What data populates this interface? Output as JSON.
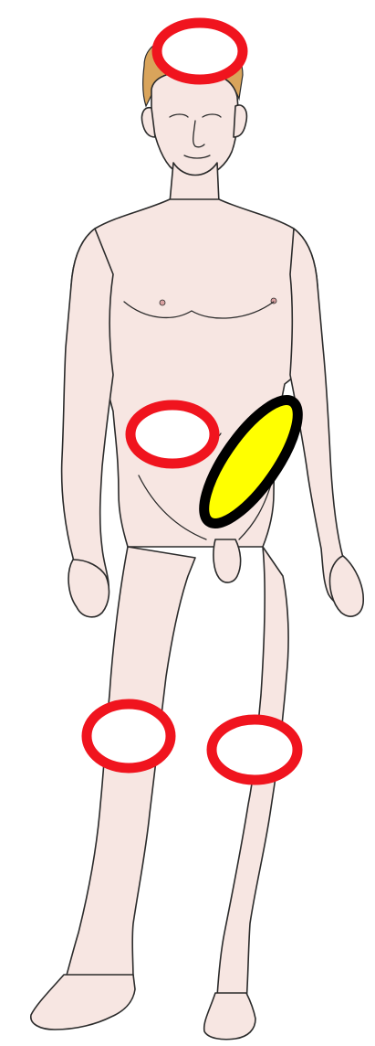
{
  "figure": {
    "subject": "anatomical-front-view-male-figure",
    "colors": {
      "background": "#ffffff",
      "skin": "#f7e6e2",
      "outline": "#2b2b2b",
      "hair": "#d9a45b",
      "marker_red": "#f0141e",
      "marker_fill_white": "#ffffff",
      "highlight_yellow": "#ffff00",
      "highlight_outline": "#000000"
    }
  },
  "markers": [
    {
      "id": "head-marker",
      "style": "red-ring"
    },
    {
      "id": "right-abdomen-marker",
      "style": "red-ring"
    },
    {
      "id": "left-groin-highlight",
      "style": "yellow-black-ellipse"
    },
    {
      "id": "right-knee-marker",
      "style": "red-ring"
    },
    {
      "id": "left-knee-marker",
      "style": "red-ring"
    }
  ]
}
